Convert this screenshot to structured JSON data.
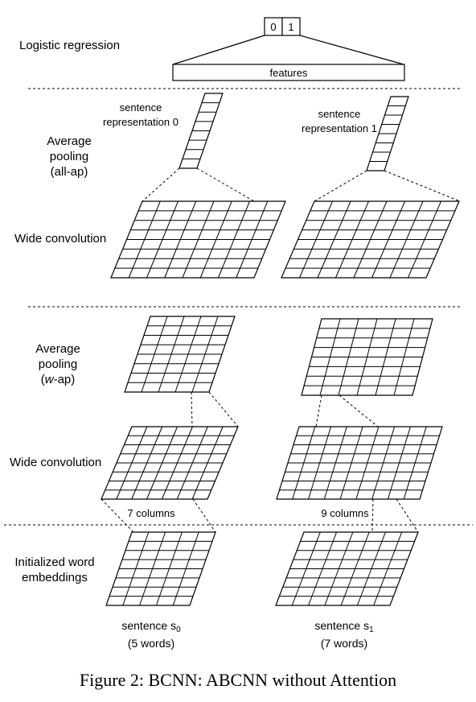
{
  "output": {
    "cells": [
      "0",
      "1"
    ]
  },
  "layer_labels": {
    "logistic": "Logistic regression",
    "avg_pool_all_1": "Average",
    "avg_pool_all_2": "pooling",
    "avg_pool_all_3": "(all-ap)",
    "wide_conv_top": "Wide convolution",
    "avg_pool_w_1": "Average",
    "avg_pool_w_2": "pooling",
    "avg_pool_w_3_prefix": "(",
    "avg_pool_w_3_italic": "w",
    "avg_pool_w_3_suffix": "-ap)",
    "wide_conv_bottom": "Wide convolution",
    "embed_1": "Initialized word",
    "embed_2": "embeddings"
  },
  "features_label": "features",
  "sentence_representations": [
    {
      "line1": "sentence",
      "line2": "representation 0"
    },
    {
      "line1": "sentence",
      "line2": "representation 1"
    }
  ],
  "column_labels": [
    "7 columns",
    "9 columns"
  ],
  "sentences": [
    {
      "name": "sentence s",
      "subscript": "0",
      "words": "(5 words)"
    },
    {
      "name": "sentence s",
      "subscript": "1",
      "words": "(7 words)"
    }
  ],
  "caption": "Figure 2: BCNN: ABCNN without Attention"
}
